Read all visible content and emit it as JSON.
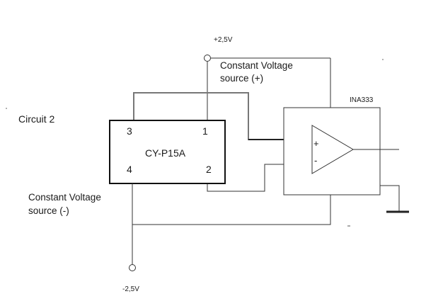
{
  "diagram": {
    "circuit_label": "Circuit 2",
    "supply_pos": "+2,5V",
    "supply_neg": "-2,5V",
    "source_pos_label": {
      "line1": "Constant Voltage",
      "line2": "source (+)"
    },
    "source_neg_label": {
      "line1": "Constant Voltage",
      "line2": "source (-)"
    },
    "sensor": {
      "name": "CY-P15A",
      "pins": {
        "p1": "1",
        "p2": "2",
        "p3": "3",
        "p4": "4"
      }
    },
    "amplifier": {
      "name": "INA333",
      "plus": "+",
      "minus": "-"
    }
  }
}
